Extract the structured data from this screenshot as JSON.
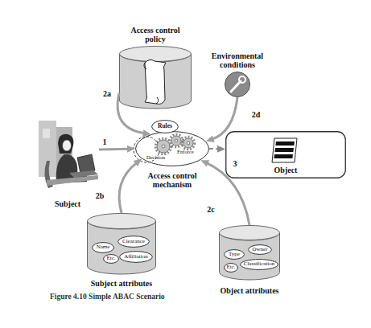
{
  "diagram": {
    "caption": "Figure 4.10 Simple ABAC Scenario",
    "nodes": [
      {
        "text": [
          "Access control policy"
        ]
      },
      {
        "text": [
          "Environmental conditions"
        ]
      },
      {
        "text": [
          "Decision",
          "Enforce",
          "Access control mechanism"
        ]
      },
      {
        "text": [
          "Rules"
        ],
        "in": 2
      },
      {
        "text": [
          "Subject"
        ]
      },
      {
        "text": [
          "Object"
        ]
      },
      {
        "text": [
          "Subject attributes"
        ]
      },
      {
        "text": [
          "Name"
        ],
        "in": 6
      },
      {
        "text": [
          "Clearance"
        ],
        "in": 6
      },
      {
        "text": [
          "Affiliation"
        ],
        "in": 6
      },
      {
        "text": [
          "Etc."
        ],
        "in": 6
      },
      {
        "text": [
          "Object attributes"
        ]
      },
      {
        "text": [
          "Type"
        ],
        "in": 11
      },
      {
        "text": [
          "Owner"
        ],
        "in": 11
      },
      {
        "text": [
          "Classification"
        ],
        "in": 11
      },
      {
        "text": [
          "Etc."
        ],
        "in": 11
      }
    ],
    "edges": [
      {
        "from": 4,
        "to": 2,
        "label": "1",
        "arrow": "to"
      },
      {
        "from": 0,
        "to": 2,
        "label": "2a",
        "arrow": "to"
      },
      {
        "from": 6,
        "to": 2,
        "label": "2b",
        "arrow": "to"
      },
      {
        "from": 11,
        "to": 2,
        "label": "2c",
        "arrow": "to"
      },
      {
        "from": 1,
        "to": 2,
        "label": "2d",
        "arrow": "to"
      },
      {
        "from": 2,
        "to": 5,
        "label": "3",
        "arrow": "to"
      }
    ]
  }
}
